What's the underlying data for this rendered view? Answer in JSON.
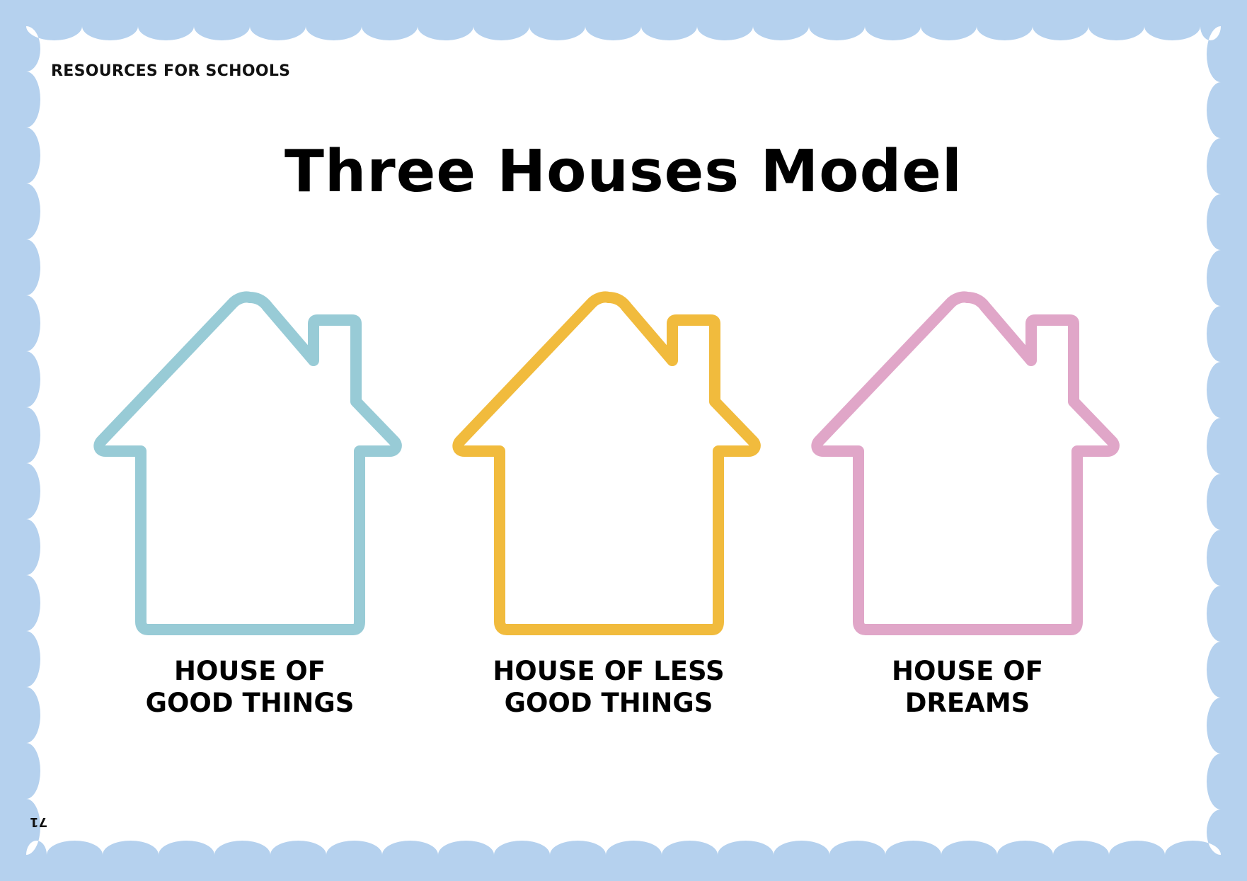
{
  "header": {
    "label": "RESOURCES FOR SCHOOLS"
  },
  "title": "Three Houses Model",
  "houses": [
    {
      "line1": "HOUSE OF",
      "line2": "GOOD THINGS",
      "color": "#98cbd6"
    },
    {
      "line1": "HOUSE OF LESS",
      "line2": "GOOD THINGS",
      "color": "#f1bb3d"
    },
    {
      "line1": "HOUSE OF",
      "line2": "DREAMS",
      "color": "#e0a6c8"
    }
  ],
  "border_color": "#b5d1ee",
  "page_number": "71"
}
